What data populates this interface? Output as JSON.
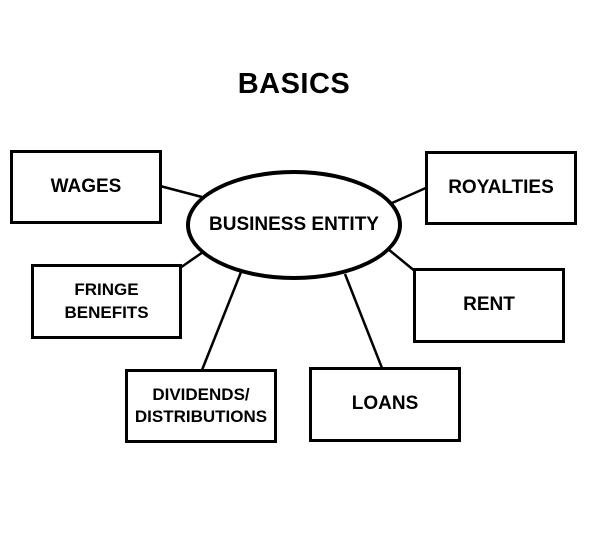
{
  "diagram": {
    "title": "BASICS",
    "center": "BUSINESS ENTITY",
    "nodes": {
      "wages": "WAGES",
      "royalties": "ROYALTIES",
      "fringe_benefits": "FRINGE\nBENEFITS",
      "rent": "RENT",
      "dividends_distributions": "DIVIDENDS/\nDISTRIBUTIONS",
      "loans": "LOANS"
    },
    "edges": [
      [
        "BUSINESS ENTITY",
        "WAGES"
      ],
      [
        "BUSINESS ENTITY",
        "ROYALTIES"
      ],
      [
        "BUSINESS ENTITY",
        "FRINGE BENEFITS"
      ],
      [
        "BUSINESS ENTITY",
        "RENT"
      ],
      [
        "BUSINESS ENTITY",
        "DIVIDENDS/DISTRIBUTIONS"
      ],
      [
        "BUSINESS ENTITY",
        "LOANS"
      ]
    ],
    "colors": {
      "stroke": "#000000",
      "background": "#ffffff"
    }
  }
}
